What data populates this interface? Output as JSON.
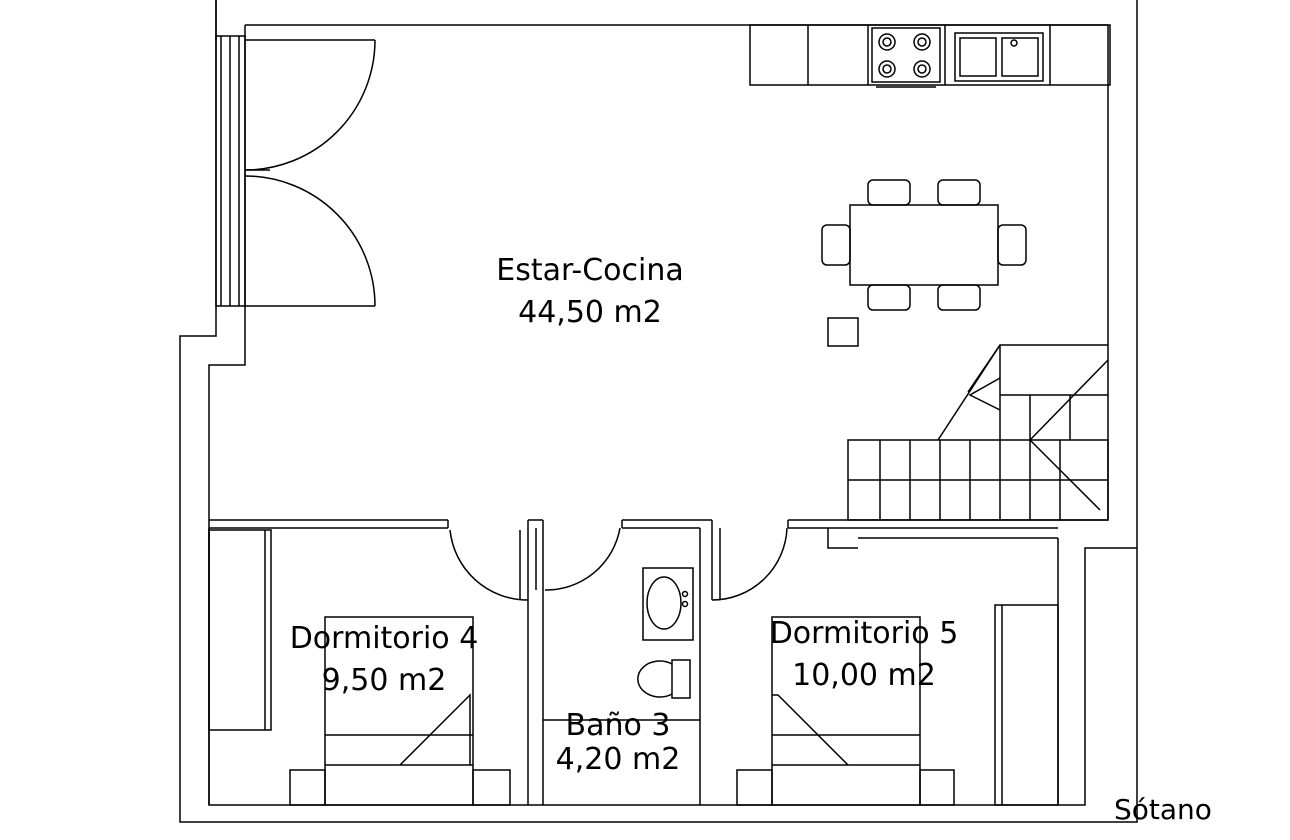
{
  "rooms": [
    {
      "id": "estar",
      "name": "Estar-Cocina",
      "area": "44,50 m2"
    },
    {
      "id": "d4",
      "name": "Dormitorio 4",
      "area": "9,50 m2"
    },
    {
      "id": "d5",
      "name": "Dormitorio 5",
      "area": "10,00 m2"
    },
    {
      "id": "b3",
      "name": "Baño 3",
      "area": "4,20 m2"
    }
  ],
  "floor_label": "Sótano",
  "colors": {
    "line": "#000000",
    "background": "#ffffff"
  }
}
